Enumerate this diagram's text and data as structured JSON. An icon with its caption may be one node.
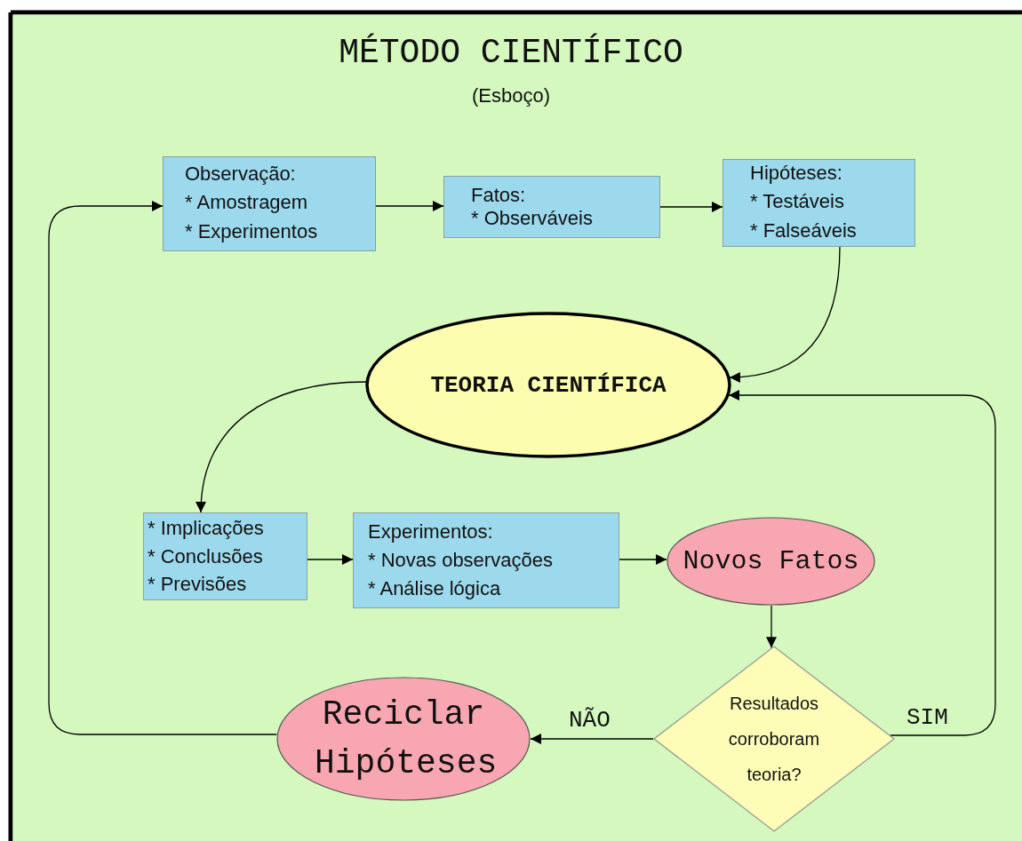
{
  "diagram": {
    "title": "MÉTODO CIENTÍFICO",
    "nodes": [
      {
        "text": [
          "Observação:",
          "* Amostragem",
          "* Experimentos"
        ]
      },
      {
        "text": [
          "Fatos:",
          "* Observáveis"
        ]
      },
      {
        "text": [
          "Hipóteses:",
          "* Testáveis",
          "* Falseáveis"
        ]
      },
      {
        "text": [
          "TEORIA CIENTÍFICA"
        ]
      },
      {
        "text": [
          "* Implicações",
          "* Conclusões",
          "* Previsões"
        ]
      },
      {
        "text": [
          "Experimentos:",
          "* Novas observações",
          "* Análise lógica"
        ]
      },
      {
        "text": [
          "Novos Fatos"
        ]
      },
      {
        "text": [
          "Resultados corroboram teoria?"
        ]
      },
      {
        "text": [
          "Reciclar Hipóteses"
        ]
      }
    ],
    "edges": [
      {
        "from": 0,
        "to": 1,
        "arrow": "to"
      },
      {
        "from": 1,
        "to": 2,
        "arrow": "to"
      },
      {
        "from": 2,
        "to": 3,
        "arrow": "to"
      },
      {
        "from": 3,
        "to": 4,
        "arrow": "to"
      },
      {
        "from": 4,
        "to": 5,
        "arrow": "to"
      },
      {
        "from": 5,
        "to": 6,
        "arrow": "to"
      },
      {
        "from": 6,
        "to": 7,
        "arrow": "to"
      },
      {
        "from": 7,
        "to": 8,
        "arrow": "to",
        "label": "NÃO"
      },
      {
        "from": 7,
        "to": 3,
        "arrow": "to",
        "label": "SIM"
      },
      {
        "from": 8,
        "to": 0,
        "arrow": "to"
      }
    ],
    "labels": [
      "(Esboço)"
    ]
  }
}
